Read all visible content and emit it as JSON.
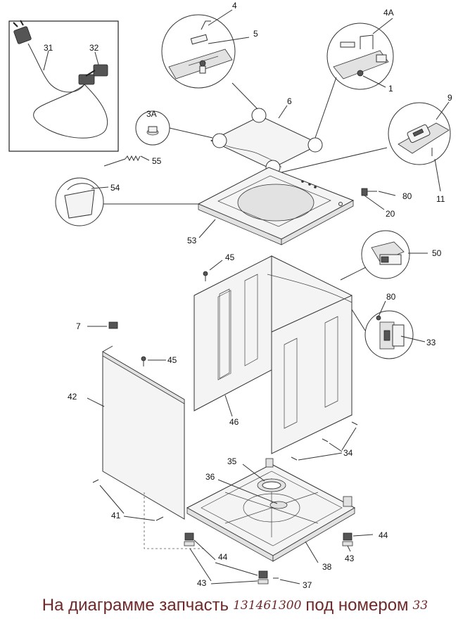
{
  "diagram": {
    "callouts": {
      "c1": "1",
      "c3a": "3A",
      "c4": "4",
      "c4a": "4A",
      "c5": "5",
      "c6": "6",
      "c7": "7",
      "c9": "9",
      "c11": "11",
      "c20": "20",
      "c31": "31",
      "c32": "32",
      "c33": "33",
      "c34": "34",
      "c35": "35",
      "c36": "36",
      "c37": "37",
      "c38": "38",
      "c41": "41",
      "c42": "42",
      "c43a": "43",
      "c43b": "43",
      "c44a": "44",
      "c44b": "44",
      "c45a": "45",
      "c45b": "45",
      "c46": "46",
      "c50": "50",
      "c53": "53",
      "c54": "54",
      "c55": "55",
      "c80a": "80",
      "c80b": "80"
    }
  },
  "caption": {
    "prefix": "На диаграмме запчасть",
    "part_number": "131461300",
    "middle": "под номером",
    "item": "33"
  }
}
